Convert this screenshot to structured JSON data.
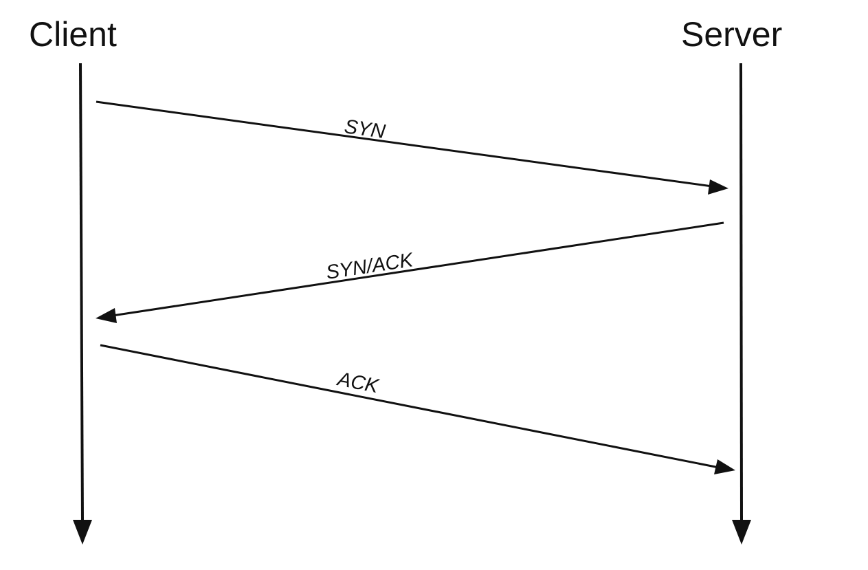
{
  "diagram": {
    "participants": {
      "client": "Client",
      "server": "Server"
    },
    "messages": [
      {
        "label": "SYN",
        "from": "Client",
        "to": "Server"
      },
      {
        "label": "SYN/ACK",
        "from": "Server",
        "to": "Client"
      },
      {
        "label": "ACK",
        "from": "Client",
        "to": "Server"
      }
    ]
  },
  "colors": {
    "line": "#111111",
    "background": "#ffffff"
  }
}
